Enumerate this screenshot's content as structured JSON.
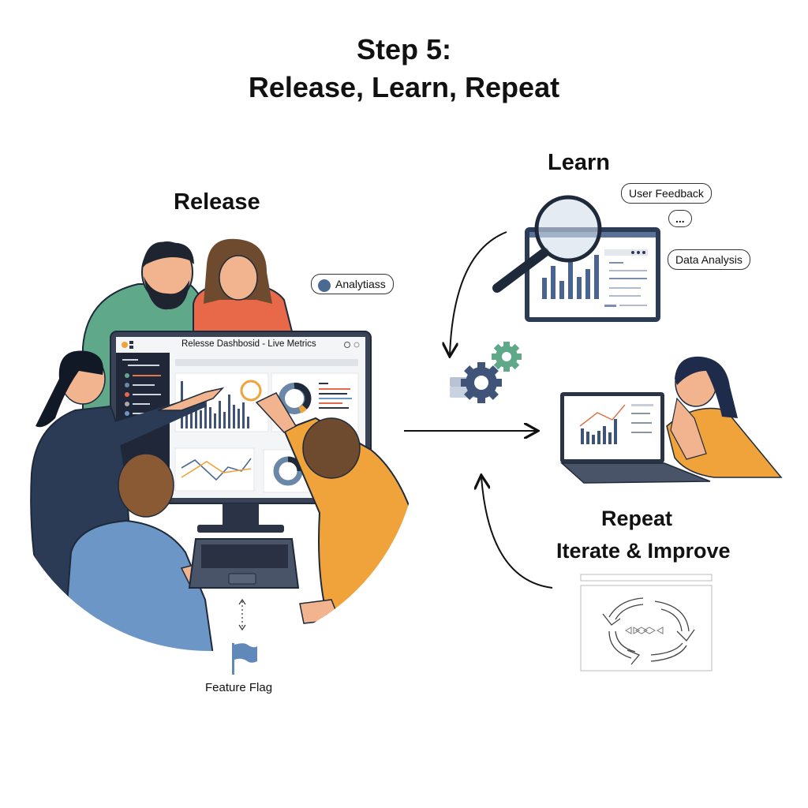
{
  "title": {
    "line1": "Step 5:",
    "line2": "Release, Learn, Repeat"
  },
  "sections": {
    "release": {
      "label": "Release"
    },
    "learn": {
      "label": "Learn"
    },
    "repeat": {
      "label": "Repeat",
      "sublabel": "Iterate & Improve"
    }
  },
  "bubbles": {
    "analytics": "Analytiass",
    "user_feedback": "User Feedback",
    "thinking": "...",
    "data_analysis": "Data Analysis"
  },
  "dashboard": {
    "title": "Relesse Dashbosid - Live Metrics"
  },
  "feature_flag": {
    "label": "Feature Flag"
  },
  "colors": {
    "navy": "#2b3a55",
    "slate_blue": "#4a6a93",
    "teal_green": "#5fa88a",
    "coral": "#e8684a",
    "orange_yellow": "#f0a33a",
    "sky_blue": "#6b96c6",
    "flag_blue": "#6088b8"
  }
}
